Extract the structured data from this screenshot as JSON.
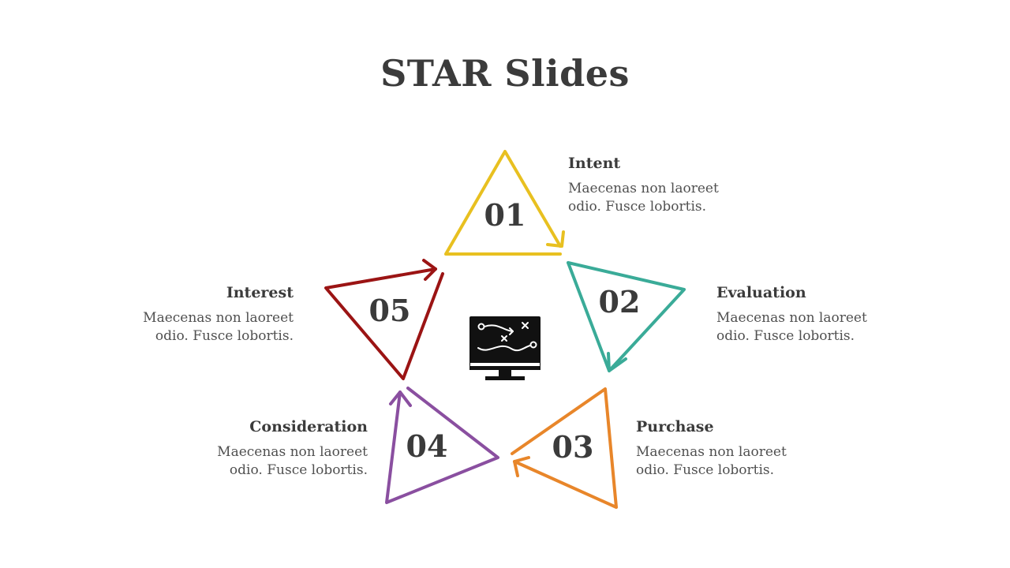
{
  "slide": {
    "title": "STAR Slides"
  },
  "steps": [
    {
      "number": "01",
      "heading": "Intent",
      "text": "Maecenas non laoreet odio. Fusce lobortis.",
      "color": "#e8c020"
    },
    {
      "number": "02",
      "heading": "Evaluation",
      "text": "Maecenas non laoreet odio. Fusce lobortis.",
      "color": "#3aab98"
    },
    {
      "number": "03",
      "heading": "Purchase",
      "text": "Maecenas non laoreet odio. Fusce lobortis.",
      "color": "#e8862a"
    },
    {
      "number": "04",
      "heading": "Consideration",
      "text": "Maecenas non laoreet odio. Fusce lobortis.",
      "color": "#8a4fa0"
    },
    {
      "number": "05",
      "heading": "Interest",
      "text": "Maecenas non laoreet odio. Fusce lobortis.",
      "color": "#9b1414"
    }
  ],
  "center_icon": "computer-monitor-strategy-icon"
}
